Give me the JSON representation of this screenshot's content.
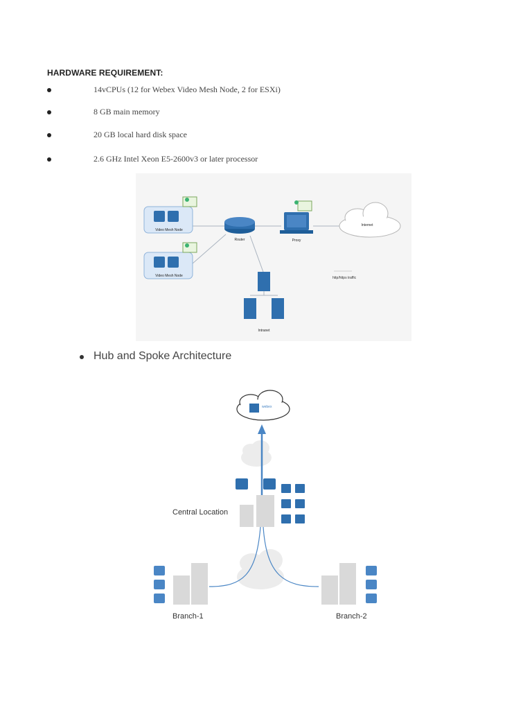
{
  "heading": "HARDWARE REQUIREMENT:",
  "requirements": [
    "14vCPUs (12 for Webex Video Mesh Node, 2 for ESXi)",
    "8 GB main memory",
    "20 GB local hard disk space",
    "2.6 GHz Intel Xeon E5-2600v3 or later processor"
  ],
  "network_diagram": {
    "node_labels": [
      "Video Mesh Node",
      "Video Mesh Node"
    ],
    "router_label": "Router",
    "proxy_label": "Proxy",
    "internet_label": "Internet",
    "intranet_label": "Intranet",
    "traffic_label": "http/https traffic"
  },
  "hub_bullet": "Hub and Spoke Architecture",
  "hub_diagram": {
    "central_label": "Central Location",
    "branch_labels": [
      "Branch-1",
      "Branch-2"
    ],
    "cloud_logo_text": "webex"
  },
  "colors": {
    "node_fill": "#dbe8f7",
    "device_blue": "#2f6fae",
    "arrow_blue": "#4a86c5",
    "cert_green": "#3cb371",
    "building_gray": "#d9d9d9",
    "cloud_gray": "#e8e8e8"
  }
}
